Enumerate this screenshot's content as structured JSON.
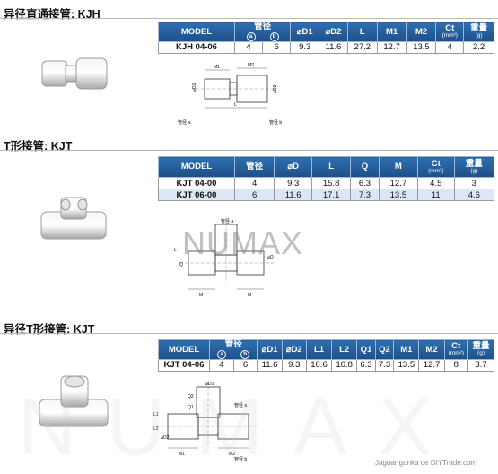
{
  "sections": [
    {
      "title": "异径直通接管: KJH",
      "headers": [
        "MODEL",
        "管径",
        "⌀D1",
        "⌀D2",
        "L",
        "M1",
        "M2",
        "Ct",
        "重量"
      ],
      "pipe_sub": [
        "a",
        "b"
      ],
      "ct_unit": "(mm²)",
      "weight_unit": "(g)",
      "rows": [
        [
          "KJH 04-06",
          "4",
          "6",
          "9.3",
          "11.6",
          "27.2",
          "12.7",
          "13.5",
          "4",
          "2.2"
        ]
      ]
    },
    {
      "title": "T形接管: KJT",
      "headers": [
        "MODEL",
        "管径",
        "⌀D",
        "L",
        "Q",
        "M",
        "Ct",
        "重量"
      ],
      "ct_unit": "(mm²)",
      "weight_unit": "(g)",
      "rows": [
        [
          "KJT 04-00",
          "4",
          "9.3",
          "15.8",
          "6.3",
          "12.7",
          "4.5",
          "3"
        ],
        [
          "KJT 06-00",
          "6",
          "11.6",
          "17.1",
          "7.3",
          "13.5",
          "11",
          "4.6"
        ]
      ]
    },
    {
      "title": "异径T形接管: KJT",
      "headers": [
        "MODEL",
        "管径",
        "⌀D1",
        "⌀D2",
        "L1",
        "L2",
        "Q1",
        "Q2",
        "M1",
        "M2",
        "Ct",
        "重量"
      ],
      "pipe_sub": [
        "a",
        "b"
      ],
      "ct_unit": "(mm²)",
      "weight_unit": "(g)",
      "rows": [
        [
          "KJT 04-06",
          "4",
          "6",
          "11.6",
          "9.3",
          "16.6",
          "16.8",
          "6.3",
          "7.3",
          "13.5",
          "12.7",
          "8",
          "3.7"
        ]
      ]
    }
  ],
  "drawing_labels": {
    "kjh": [
      "M1",
      "M2",
      "L",
      "⌀D1",
      "⌀D2",
      "管径 a",
      "管径 b"
    ],
    "kjt": [
      "L",
      "M",
      "Q",
      "⌀D",
      "管径 a"
    ],
    "kjt2": [
      "⌀D1",
      "Q2",
      "Q1",
      "L1",
      "L2",
      "M1",
      "M2",
      "⌀D2",
      "管径 a",
      "管径 b"
    ]
  },
  "watermark": "NUMAX",
  "watermark_bottom": "NUMAX",
  "credit": "Jaguar ganka de DIYTrade.com",
  "colors": {
    "header": "#1d4f88",
    "alt_row": "#dbe7f6"
  }
}
